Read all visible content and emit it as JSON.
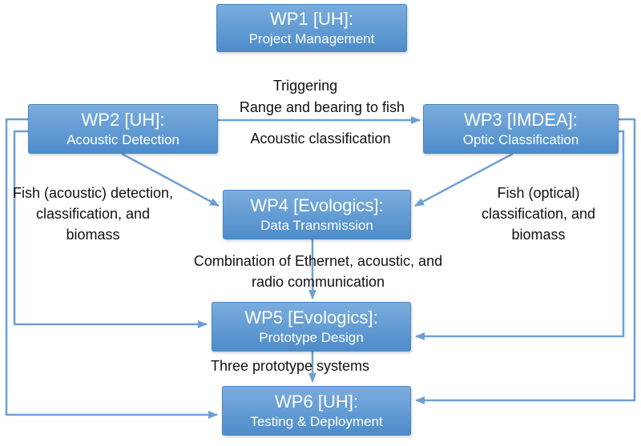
{
  "diagram": {
    "boxes": {
      "wp1": {
        "title": "WP1 [UH]:",
        "subtitle": "Project Management"
      },
      "wp2": {
        "title": "WP2 [UH]:",
        "subtitle": "Acoustic Detection"
      },
      "wp3": {
        "title": "WP3 [IMDEA]:",
        "subtitle": "Optic Classification"
      },
      "wp4": {
        "title": "WP4 [Evologics]:",
        "subtitle": "Data Transmission"
      },
      "wp5": {
        "title": "WP5 [Evologics]:",
        "subtitle": "Prototype Design"
      },
      "wp6": {
        "title": "WP6 [UH]:",
        "subtitle": "Testing & Deployment"
      }
    },
    "edge_labels": {
      "triggering": "Triggering",
      "range_bearing": "Range and bearing to fish",
      "acoustic_classification": "Acoustic classification",
      "acoustic_output": [
        "Fish (acoustic) detection,",
        "classification, and",
        "biomass"
      ],
      "optical_output": [
        "Fish (optical)",
        "classification, and",
        "biomass"
      ],
      "data_link": [
        "Combination of Ethernet, acoustic, and",
        "radio communication"
      ],
      "prototypes": "Three prototype systems"
    },
    "colors": {
      "box_fill_top": "#7badde",
      "box_fill_bottom": "#4d8cca",
      "box_border": "#4a86c0",
      "arrow": "#6d9fd4",
      "box_text": "#ffffff",
      "label_text": "#111111",
      "background": "#ffffff"
    }
  }
}
